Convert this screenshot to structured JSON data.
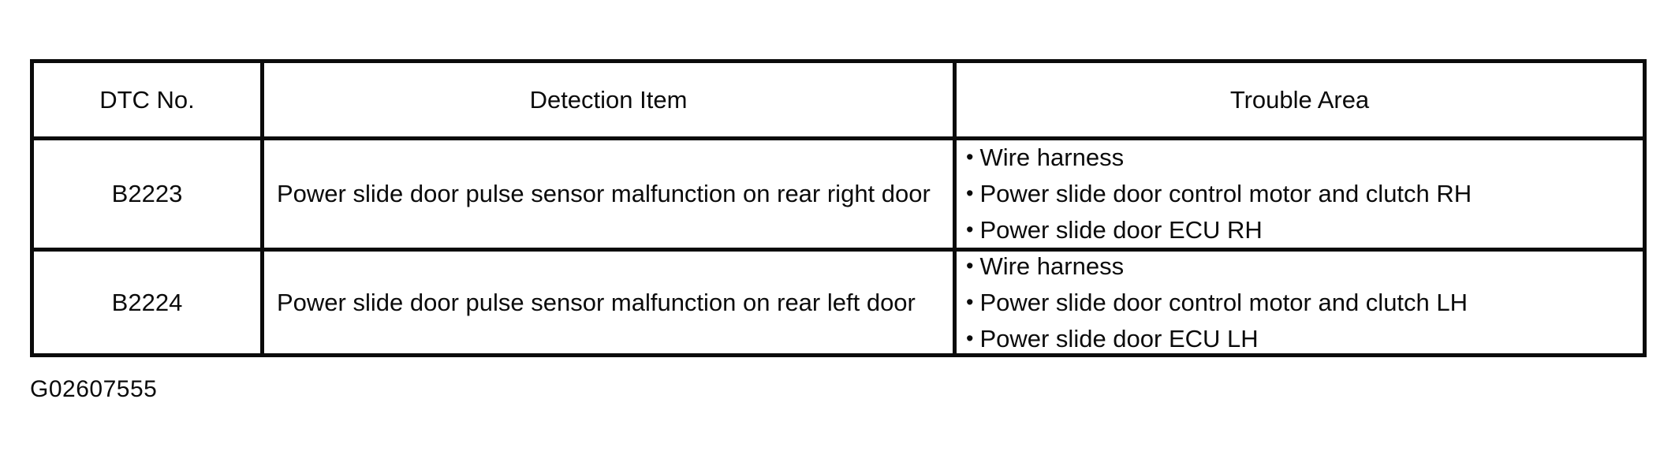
{
  "page": {
    "background": "#ffffff",
    "text_color": "#0b0b0b",
    "caption": "G02607555"
  },
  "icons": {
    "bullet": "•"
  },
  "table": {
    "border_color": "#0b0b0b",
    "columns": [
      {
        "key": "dtc",
        "label": "DTC No."
      },
      {
        "key": "detection",
        "label": "Detection Item"
      },
      {
        "key": "trouble",
        "label": "Trouble Area"
      }
    ],
    "rows": [
      {
        "dtc": "B2223",
        "detection": "Power slide door pulse sensor malfunction on rear right door",
        "trouble": [
          "Wire harness",
          "Power slide door control motor and clutch RH",
          "Power slide door ECU RH"
        ]
      },
      {
        "dtc": "B2224",
        "detection": "Power slide door pulse sensor malfunction on rear left door",
        "trouble": [
          "Wire harness",
          "Power slide door control motor and clutch LH",
          "Power slide door ECU LH"
        ]
      }
    ]
  }
}
